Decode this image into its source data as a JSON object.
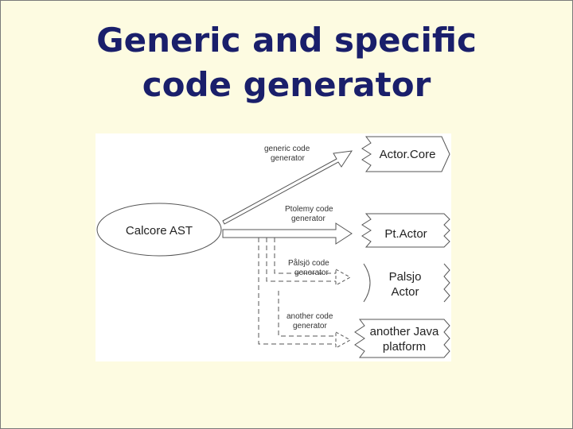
{
  "slide": {
    "title_line1": "Generic and specific",
    "title_line2": "code generator"
  },
  "diagram": {
    "source": "Calcore AST",
    "generators": [
      {
        "line1": "generic code",
        "line2": "generator"
      },
      {
        "line1": "Ptolemy code",
        "line2": "generator"
      },
      {
        "line1": "Pålsjö code",
        "line2": "generator"
      },
      {
        "line1": "another code",
        "line2": "generator"
      }
    ],
    "targets": [
      {
        "line1": "Actor.Core"
      },
      {
        "line1": "Pt.Actor"
      },
      {
        "line1": "Palsjo",
        "line2": "Actor"
      },
      {
        "line1": "another Java",
        "line2": "platform"
      }
    ]
  },
  "colors": {
    "background": "#fdfbe1",
    "title": "#1a1f6b",
    "figure_background": "#ffffff"
  }
}
